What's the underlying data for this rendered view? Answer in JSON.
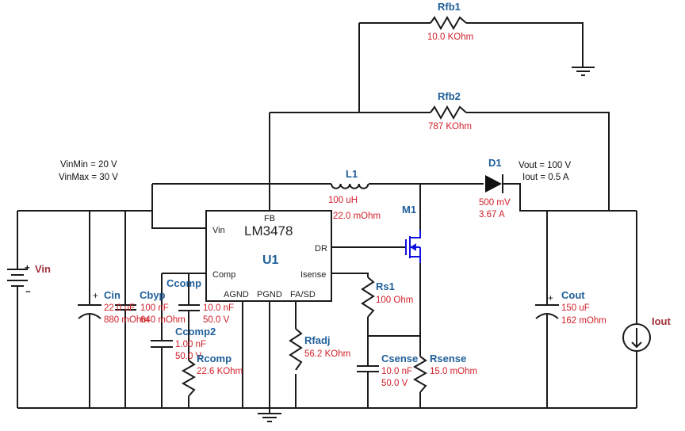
{
  "notes": {
    "vin_min": "VinMin = 20 V",
    "vin_max": "VinMax = 30 V",
    "vout": "Vout = 100 V",
    "iout": "Iout = 0.5 A"
  },
  "ic": {
    "ref": "U1",
    "part": "LM3478",
    "pins": {
      "fb": "FB",
      "vin": "Vin",
      "dr": "DR",
      "comp": "Comp",
      "isense": "Isense",
      "agnd": "AGND",
      "pgnd": "PGND",
      "fasd": "FA/SD"
    }
  },
  "components": {
    "rfb1": {
      "ref": "Rfb1",
      "value": "10.0 KOhm"
    },
    "rfb2": {
      "ref": "Rfb2",
      "value": "787 KOhm"
    },
    "l1": {
      "ref": "L1",
      "value": "100 uH",
      "esr": "22.0 mOhm"
    },
    "d1": {
      "ref": "D1",
      "vf": "500 mV",
      "current": "3.67 A"
    },
    "m1": {
      "ref": "M1"
    },
    "vin": {
      "ref": "Vin"
    },
    "cin": {
      "ref": "Cin",
      "value": "22.0 uF",
      "esr": "880 mOhm"
    },
    "cbyp": {
      "ref": "Cbyp",
      "value": "100 nF",
      "esr": "640 mOhm"
    },
    "ccomp": {
      "ref": "Ccomp",
      "value": "10.0 nF",
      "voltage": "50.0 V"
    },
    "ccomp2": {
      "ref": "Ccomp2",
      "value": "1.00 nF",
      "voltage": "50.0 V"
    },
    "rcomp": {
      "ref": "Rcomp",
      "value": "22.6 KOhm"
    },
    "rfadj": {
      "ref": "Rfadj",
      "value": "56.2 KOhm"
    },
    "rs1": {
      "ref": "Rs1",
      "value": "100 Ohm"
    },
    "csense": {
      "ref": "Csense",
      "value": "10.0 nF",
      "voltage": "50.0 V"
    },
    "rsense": {
      "ref": "Rsense",
      "value": "15.0 mOhm"
    },
    "cout": {
      "ref": "Cout",
      "value": "150 uF",
      "esr": "162 mOhm"
    },
    "iout": {
      "ref": "Iout"
    }
  },
  "colors": {
    "wire": "#1a1a1a",
    "ref_label": "#1f5f9a",
    "value_label": "#d0202a",
    "mosfet": "#1010e0"
  }
}
